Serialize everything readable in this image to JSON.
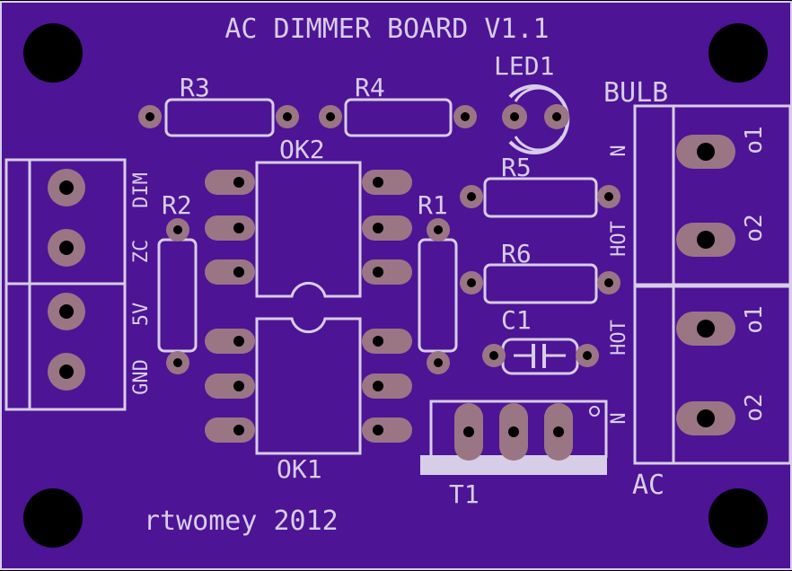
{
  "board": {
    "title": "AC DIMMER BOARD V1.1",
    "credit": "rtwomey 2012",
    "colors": {
      "background": "#000000",
      "substrate": "#4d1496",
      "silkscreen": "#d7cde8",
      "copper_pad": "#9a7584",
      "mounting_hole": "#000000"
    }
  },
  "components": {
    "r1": "R1",
    "r2": "R2",
    "r3": "R3",
    "r4": "R4",
    "r5": "R5",
    "r6": "R6",
    "c1": "C1",
    "led1": "LED1",
    "ok1": "OK1",
    "ok2": "OK2",
    "t1": "T1"
  },
  "connectors": {
    "bulb": "BULB",
    "ac": "AC",
    "left_pins": [
      "DIM",
      "ZC",
      "5V",
      "GND"
    ],
    "bulb_terminal_labels": [
      "N",
      "HOT"
    ],
    "ac_terminal_labels": [
      "HOT",
      "N"
    ],
    "terminal_pin_numbers": [
      "o1",
      "o2",
      "o1",
      "o2"
    ]
  }
}
